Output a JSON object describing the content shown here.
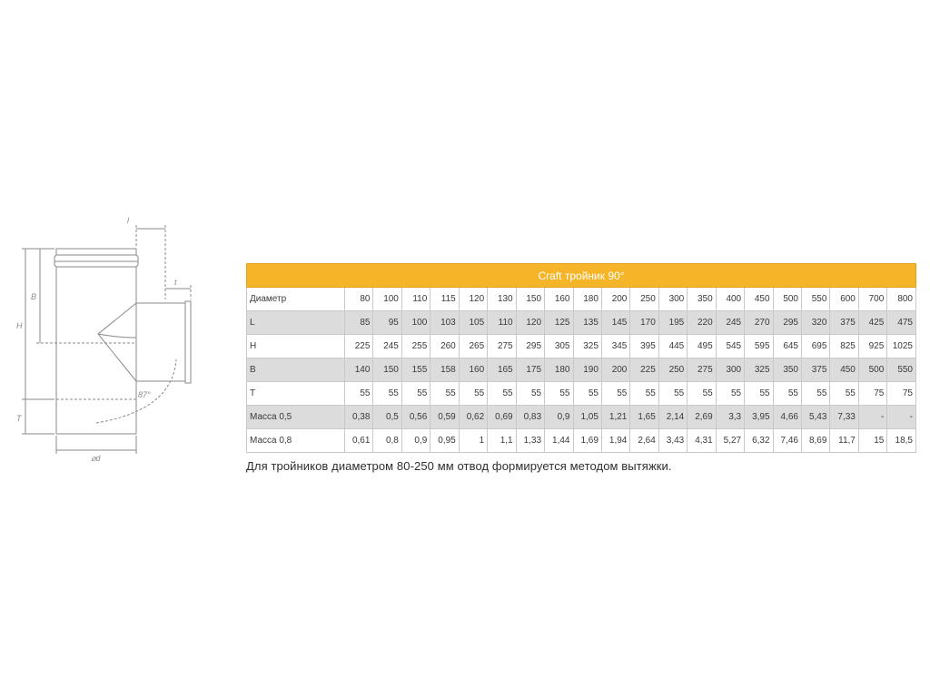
{
  "drawing": {
    "labels": {
      "l": "l",
      "t": "t",
      "b": "B",
      "h": "H",
      "t_left": "T",
      "angle": "87°",
      "diameter": "⌀d"
    }
  },
  "table": {
    "title": "Craft тройник 90°",
    "rows": [
      {
        "label": "Диаметр",
        "shaded": false,
        "values": [
          "80",
          "100",
          "110",
          "115",
          "120",
          "130",
          "150",
          "160",
          "180",
          "200",
          "250",
          "300",
          "350",
          "400",
          "450",
          "500",
          "550",
          "600",
          "700",
          "800"
        ]
      },
      {
        "label": "L",
        "shaded": true,
        "values": [
          "85",
          "95",
          "100",
          "103",
          "105",
          "110",
          "120",
          "125",
          "135",
          "145",
          "170",
          "195",
          "220",
          "245",
          "270",
          "295",
          "320",
          "375",
          "425",
          "475"
        ]
      },
      {
        "label": "H",
        "shaded": false,
        "values": [
          "225",
          "245",
          "255",
          "260",
          "265",
          "275",
          "295",
          "305",
          "325",
          "345",
          "395",
          "445",
          "495",
          "545",
          "595",
          "645",
          "695",
          "825",
          "925",
          "1025"
        ]
      },
      {
        "label": "B",
        "shaded": true,
        "values": [
          "140",
          "150",
          "155",
          "158",
          "160",
          "165",
          "175",
          "180",
          "190",
          "200",
          "225",
          "250",
          "275",
          "300",
          "325",
          "350",
          "375",
          "450",
          "500",
          "550"
        ]
      },
      {
        "label": "T",
        "shaded": false,
        "values": [
          "55",
          "55",
          "55",
          "55",
          "55",
          "55",
          "55",
          "55",
          "55",
          "55",
          "55",
          "55",
          "55",
          "55",
          "55",
          "55",
          "55",
          "55",
          "75",
          "75"
        ]
      },
      {
        "label": "Масса 0,5",
        "shaded": true,
        "values": [
          "0,38",
          "0,5",
          "0,56",
          "0,59",
          "0,62",
          "0,69",
          "0,83",
          "0,9",
          "1,05",
          "1,21",
          "1,65",
          "2,14",
          "2,69",
          "3,3",
          "3,95",
          "4,66",
          "5,43",
          "7,33",
          "-",
          "-"
        ]
      },
      {
        "label": "Масса 0,8",
        "shaded": false,
        "values": [
          "0,61",
          "0,8",
          "0,9",
          "0,95",
          "1",
          "1,1",
          "1,33",
          "1,44",
          "1,69",
          "1,94",
          "2,64",
          "3,43",
          "4,31",
          "5,27",
          "6,32",
          "7,46",
          "8,69",
          "11,7",
          "15",
          "18,5"
        ]
      }
    ]
  },
  "note": "Для тройников диаметром 80-250 мм отвод формируется методом вытяжки."
}
